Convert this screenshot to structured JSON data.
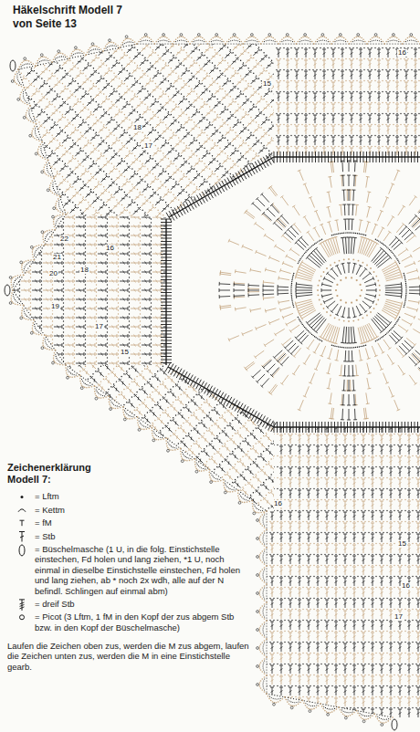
{
  "diagram": {
    "title": "Häkelschrift Modell 7 von Seite 13",
    "labels": [
      "15",
      "16",
      "18",
      "17",
      "16",
      "22",
      "21",
      "20",
      "19",
      "18",
      "17",
      "15",
      "16",
      "15",
      "16",
      "17",
      "Zeichenerklärung Modell 7:",
      "Laufen die Zeichen oben zus, werden die M zus abgem, laufen die Zeichen unten zus, werden die M in eine Einstichstelle gearb."
    ],
    "legend": [
      {
        "text": "= Lftm"
      },
      {
        "text": "= Kettm"
      },
      {
        "text": "= fM"
      },
      {
        "text": "= Stb"
      },
      {
        "text": "= Büschelmasche (1 U, in die folg. Einstichstelle einstechen, Fd holen und lang ziehen, *1 U, noch einmal in dieselbe Einstichstelle einstechen, Fd holen und lang ziehen, ab * noch 2x wdh, alle auf der N befindl. Schlingen auf einmal abm)"
      },
      {
        "text": "= dreif Stb"
      },
      {
        "text": "= Picot (3 Lftm, 1 fM in den Kopf der zus abgem Stb bzw. in den Kopf der Büschelmasche)"
      }
    ]
  }
}
